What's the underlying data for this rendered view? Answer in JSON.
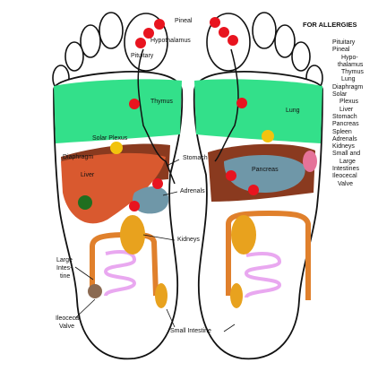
{
  "title": "FOR ALLERGIES",
  "side_list": [
    "Pituitary",
    "Pineal",
    "Hypo-",
    "thalamus",
    "Thymus",
    "Lung",
    "Diaphragm",
    "Solar",
    "Plexus",
    "Liver",
    "Stomach",
    "Pancreas",
    "Spleen",
    "Adrenals",
    "Kidneys",
    "Small and",
    "Large",
    "Intestines",
    "Ileocecal",
    "Valve"
  ],
  "labels": {
    "pineal": "Pineal",
    "hypothalamus": "Hypothalamus",
    "pituitary": "Pituitary",
    "thymus": "Thymus",
    "lung": "Lung",
    "solar_plexus": "Solar Plexus",
    "diaphragm": "Diaphragm",
    "stomach": "Stomach",
    "pancreas": "Pancreas",
    "liver": "Liver",
    "adrenals": "Adrenals",
    "kidneys": "Kidneys",
    "large_intestine_1": "Large",
    "large_intestine_2": "Intes-",
    "large_intestine_3": "tine",
    "ileocecal_1": "Ileocecal",
    "ileocecal_2": "Valve",
    "small_intestine": "Small Intestine"
  },
  "colors": {
    "lung_zone": "#33e08a",
    "liver_zone": "#d9592f",
    "stomach_zone": "#8a3a1f",
    "pancreas_zone": "#6f97a8",
    "intestine_tube": "#e0802c",
    "small_intestine": "#e9a8f0",
    "reflex_point": "#e8141f",
    "solar_plexus_point": "#f2c30e",
    "kidney": "#e8a21e",
    "gallbladder": "#1f6e1f",
    "ileocecal_valve": "#8b6a52",
    "spleen": "#e57399"
  }
}
